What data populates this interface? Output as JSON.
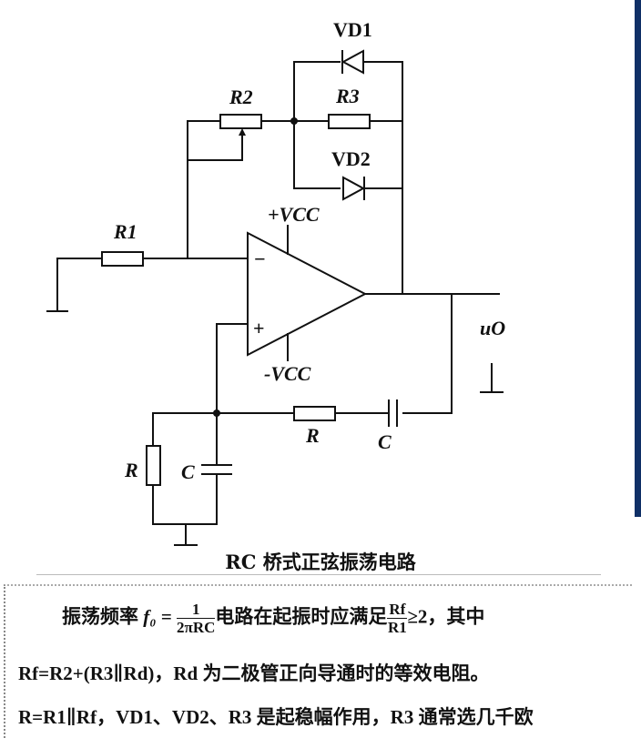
{
  "labels": {
    "vd1": "VD1",
    "r2": "R2",
    "r3": "R3",
    "vd2": "VD2",
    "r1": "R1",
    "vcc_pos": "+VCC",
    "vcc_neg": "-VCC",
    "uo": "uO",
    "r_series": "R",
    "c_series": "C",
    "r_shunt": "R",
    "c_shunt": "C",
    "minus": "−",
    "plus": "+"
  },
  "caption": "RC 桥式正弦振荡电路",
  "text": {
    "line1_a": "振荡频率 ",
    "line1_f0": "f₀",
    "line1_eq": " = ",
    "line1_num": "1",
    "line1_den": "2πRC",
    "line1_b": "电路在起振时应满足",
    "line1_frac_num": "Rf",
    "line1_frac_den": "R1",
    "line1_c": "≥2，其中",
    "line2": "Rf=R2+(R3∥Rd)，Rd 为二极管正向导通时的等效电阻。",
    "line3": "R=R1∥Rf，VD1、VD2、R3 是起稳幅作用，R3 通常选几千欧"
  }
}
